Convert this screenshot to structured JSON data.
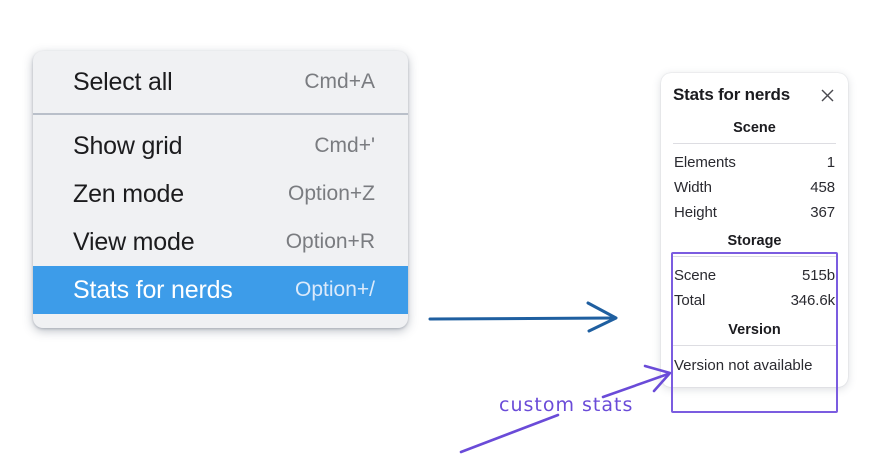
{
  "context_menu": {
    "groups": [
      {
        "items": [
          {
            "label": "Select all",
            "shortcut": "Cmd+A",
            "selected": false
          }
        ]
      },
      {
        "items": [
          {
            "label": "Show grid",
            "shortcut": "Cmd+'",
            "selected": false
          },
          {
            "label": "Zen mode",
            "shortcut": "Option+Z",
            "selected": false
          },
          {
            "label": "View mode",
            "shortcut": "Option+R",
            "selected": false
          },
          {
            "label": "Stats for nerds",
            "shortcut": "Option+/",
            "selected": true
          }
        ]
      }
    ]
  },
  "stats_panel": {
    "title": "Stats for nerds",
    "close_icon": "close-icon",
    "sections": [
      {
        "heading": "Scene",
        "rows": [
          {
            "key": "Elements",
            "value": "1"
          },
          {
            "key": "Width",
            "value": "458"
          },
          {
            "key": "Height",
            "value": "367"
          }
        ]
      },
      {
        "heading": "Storage",
        "rows": [
          {
            "key": "Scene",
            "value": "515b"
          },
          {
            "key": "Total",
            "value": "346.6k"
          }
        ]
      },
      {
        "heading": "Version",
        "text_row": "Version not available"
      }
    ]
  },
  "annotations": {
    "custom_stats_label": "custom stats",
    "arrow_blue_color": "#1f5fa0",
    "arrow_purple_color": "#6a4bd8",
    "highlight_box_color": "#7b5ce0"
  }
}
